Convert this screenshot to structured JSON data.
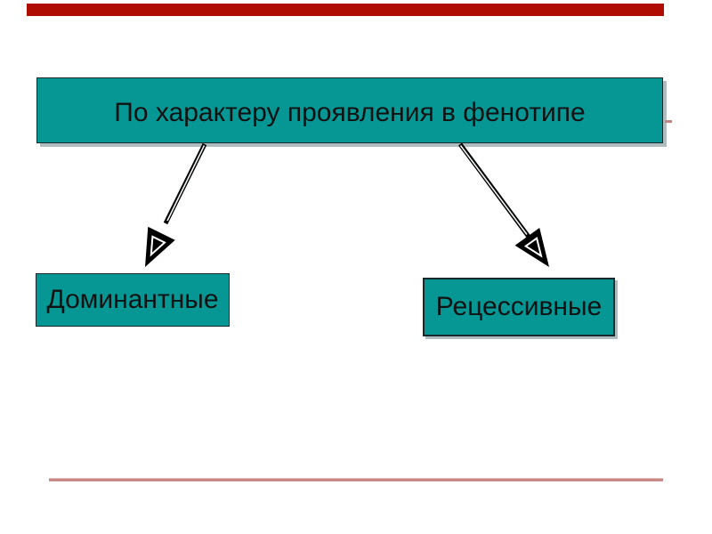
{
  "diagram": {
    "root": {
      "label": "По характеру проявления в фенотипе"
    },
    "children": [
      {
        "label": "Доминантные"
      },
      {
        "label": "Рецессивные"
      }
    ]
  },
  "theme": {
    "node_fill": "#069795",
    "node_border": "#17292b",
    "text_color": "#111111",
    "top_bar_color": "#b00d02",
    "rule_color": "#c5817d",
    "rule_highlight": "#eed7d5",
    "rule_soft": "#dcaaa6",
    "shadow_color": "#aebcc0",
    "arrow_color": "#000000",
    "background": "#ffffff"
  }
}
